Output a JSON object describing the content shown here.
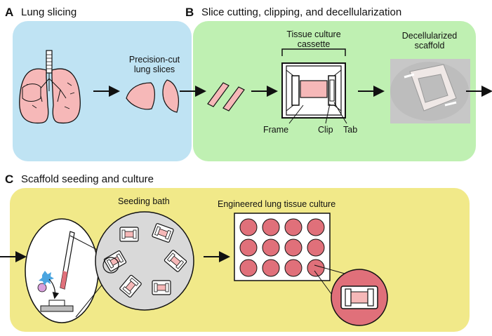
{
  "panels": {
    "a": {
      "letter": "A",
      "title": "Lung slicing",
      "slices_label": [
        "Precision-cut",
        "lung slices"
      ]
    },
    "b": {
      "letter": "B",
      "title": "Slice cutting, clipping, and decellularization",
      "cassette_label": [
        "Tissue culture",
        "cassette"
      ],
      "scaffold_label": [
        "Decellularized",
        "scaffold"
      ],
      "parts": {
        "frame": "Frame",
        "clip": "Clip",
        "tab": "Tab"
      }
    },
    "c": {
      "letter": "C",
      "title": "Scaffold seeding and culture",
      "bath_label": "Seeding bath",
      "plate_label": "Engineered lung tissue culture"
    }
  },
  "colors": {
    "panel_a_bg": "#bfe3f3",
    "panel_b_bg": "#bff0b2",
    "panel_c_bg": "#f1e989",
    "tissue_pink": "#f6b8b8",
    "well_pink": "#e0707a",
    "bath_gray": "#d9d9d9"
  }
}
